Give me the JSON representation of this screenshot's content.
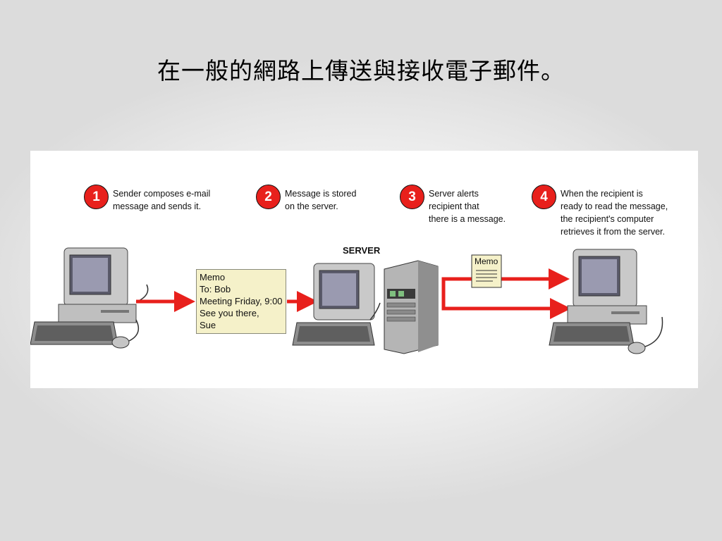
{
  "title": "在一般的網路上傳送與接收電子郵件。",
  "steps": [
    {
      "number": "1",
      "text": "Sender composes e-mail\nmessage and sends it."
    },
    {
      "number": "2",
      "text": "Message is stored\non the server."
    },
    {
      "number": "3",
      "text": "Server alerts\nrecipient that\nthere is a message."
    },
    {
      "number": "4",
      "text": "When the recipient is\nready to read the message,\nthe recipient's computer\nretrieves it from the server."
    }
  ],
  "server_label": "SERVER",
  "memo_note": {
    "lines": [
      "Memo",
      "To: Bob",
      "Meeting Friday, 9:00",
      "See you there,",
      "Sue"
    ]
  },
  "small_memo_label": "Memo",
  "colors": {
    "arrow": "#e8201c",
    "badge": "#e8201c",
    "note": "#f5f1c9",
    "device": "#c8c8c8"
  },
  "icons": [
    "sender-computer-icon",
    "server-computer-icon",
    "server-tower-icon",
    "recipient-computer-icon",
    "memo-document-icon"
  ]
}
